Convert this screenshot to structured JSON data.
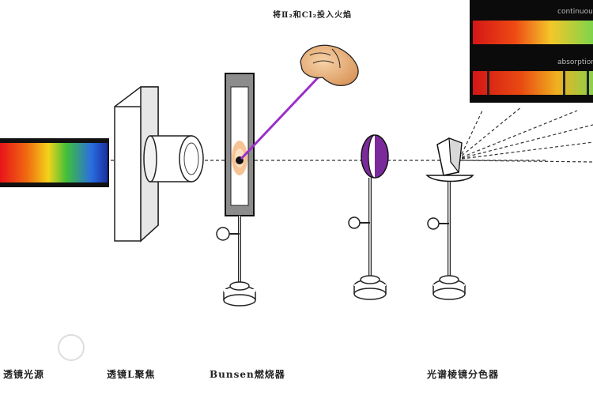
{
  "labels": {
    "top_caption": "将Ⅱ₂和Cl₂投入火焰",
    "prism_left": "透镜光源",
    "lens": "透镜L聚焦",
    "bunsen": "Bunsen燃烧器",
    "spectroscope": "光谱棱镜分色器"
  },
  "panel": {
    "continuous_label": "continuous",
    "absorption_label": "absorption"
  },
  "colors": {
    "beam": "#9b30c8",
    "lens_fill": "#7a2a9a",
    "spectrum_stops": [
      "#ff2200",
      "#ff8800",
      "#ffee00",
      "#33cc33",
      "#2266ff"
    ]
  }
}
